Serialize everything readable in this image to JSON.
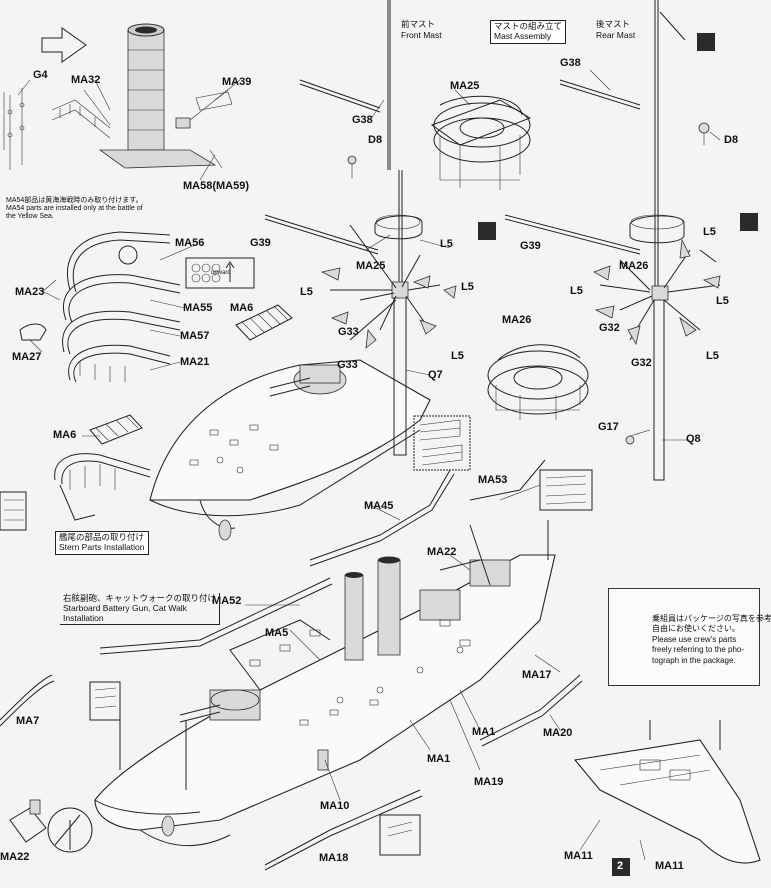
{
  "labels": {
    "g4": "G4",
    "ma32": "MA32",
    "ma39": "MA39",
    "ma58": "MA58(MA59)",
    "ma56": "MA56",
    "ma23": "MA23",
    "ma55": "MA55",
    "ma6a": "MA6",
    "ma27": "MA27",
    "ma57": "MA57",
    "ma21": "MA21",
    "ma6b": "MA6",
    "g38a": "G38",
    "d8a": "D8",
    "ma25a": "MA25",
    "g39a": "G39",
    "ma25b": "MA25",
    "l5a": "L5",
    "l5b": "L5",
    "l5c": "L5",
    "g33a": "G33",
    "l5d": "L5",
    "g33b": "G33",
    "q7": "Q7",
    "g38b": "G38",
    "d8b": "D8",
    "g39b": "G39",
    "ma26a": "MA26",
    "l5e": "L5",
    "l5f": "L5",
    "l5g": "L5",
    "g32a": "G32",
    "ma26b": "MA26",
    "g32b": "G32",
    "l5h": "L5",
    "g17": "G17",
    "q8": "Q8",
    "ma53": "MA53",
    "ma45": "MA45",
    "ma22a": "MA22",
    "ma52": "MA52",
    "ma5": "MA5",
    "ma17": "MA17",
    "ma7": "MA7",
    "ma1a": "MA1",
    "ma20": "MA20",
    "ma1b": "MA1",
    "ma19": "MA19",
    "ma10": "MA10",
    "ma18": "MA18",
    "ma22b": "MA22",
    "ma11a": "MA11",
    "ma11b": "MA11",
    "step2": "2"
  },
  "captions": {
    "front_mast_jp": "前マスト",
    "front_mast_en": "Front Mast",
    "mast_assembly_jp": "マストの組み立て",
    "mast_assembly_en": "Mast Assembly",
    "rear_mast_jp": "後マスト",
    "rear_mast_en": "Rear Mast",
    "stern_jp": "艦尾の部品の取り付け",
    "stern_en": "Stern Parts Installation",
    "starboard_jp": "右舷副砲、キャットウォークの取り付け",
    "starboard_en1": "Starboard Battery Gun, Cat Walk",
    "starboard_en2": "Installation",
    "upward": "upward"
  },
  "notes": {
    "ma54_jp": "MA54部品は黄海海戦時のみ取り付けます。",
    "ma54_en1": "MA54 parts are installed only at the battle of",
    "ma54_en2": "the Yellow Sea.",
    "crew_jp1": "乗組員はパッケージの写真を参考にして",
    "crew_jp2": "自由にお使いください。",
    "crew_en1": "Please use crew's parts",
    "crew_en2": "freely referring to the pho-",
    "crew_en3": "tograph in the package."
  },
  "icons": [
    "arrow-right-icon",
    "cement-icon",
    "hatch-icon",
    "crew-figure-icon"
  ]
}
